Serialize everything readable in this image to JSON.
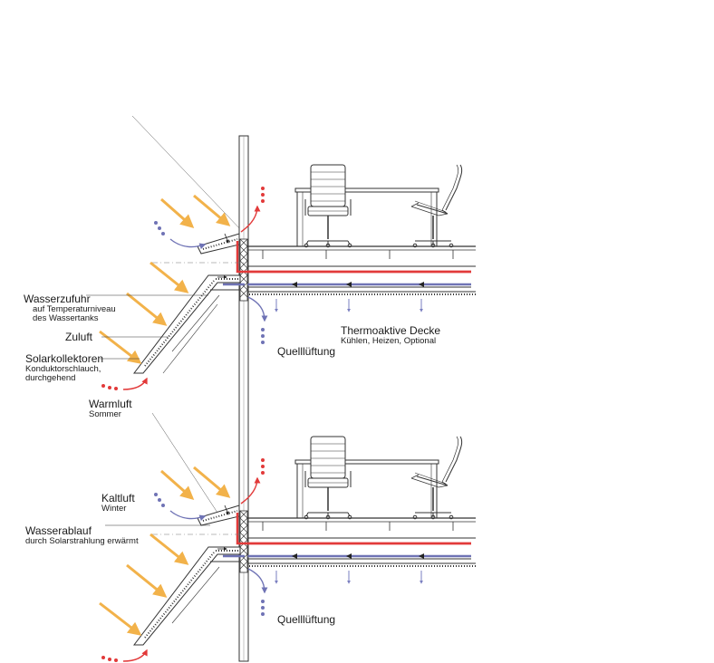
{
  "labels": {
    "wasserzufuhr": {
      "title": "Wasserzufuhr",
      "sub1": "auf Temperaturniveau",
      "sub2": "des Wassertanks"
    },
    "zuluft": {
      "title": "Zuluft"
    },
    "solarkollektoren": {
      "title": "Solarkollektoren",
      "sub1": "Konduktorschlauch,",
      "sub2": "durchgehend"
    },
    "warmluft": {
      "title": "Warmluft",
      "sub": "Sommer"
    },
    "thermoaktive": {
      "title": "Thermoaktive Decke",
      "sub": "Kühlen, Heizen, Optional"
    },
    "quelllueftung_top": {
      "title": "Quelllüftung"
    },
    "kaltluft": {
      "title": "Kaltluft",
      "sub": "Winter"
    },
    "wasserablauf": {
      "title": "Wasserablauf",
      "sub": "durch Solarstrahlung erwärmt"
    },
    "quelllueftung_bottom": {
      "title": "Quelllüftung"
    }
  },
  "colors": {
    "sun": "#f2b24a",
    "hot": "#e23a3a",
    "cold": "#6f73b5",
    "line": "#333333"
  },
  "icons": [
    "sun-ray-arrow-icon",
    "warm-air-arrow-icon",
    "cold-air-arrow-icon",
    "office-chair-icon",
    "desk-icon"
  ]
}
